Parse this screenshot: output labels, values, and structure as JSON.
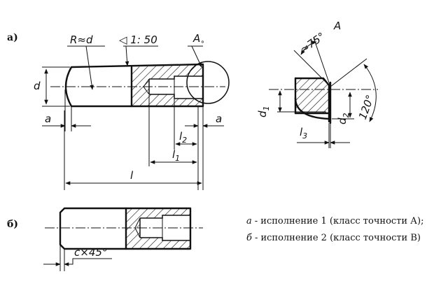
{
  "sections": {
    "a": "а)",
    "b": "б)"
  },
  "labels": {
    "radius": "R≈d",
    "taper": "◁ 1: 50",
    "detail_ref": "A",
    "detail_ref_sub": "∘",
    "dia": "d",
    "a_left": "a",
    "a_right": "a",
    "l": "l",
    "l1": "l",
    "l1_sub": "1",
    "l2": "l",
    "l2_sub": "2",
    "detail_title": "A",
    "angle75": "≈75°",
    "angle120": "120°",
    "d1": "d",
    "d1_sub": "1",
    "d2": "d",
    "d2_sub": "2",
    "l3": "l",
    "l3_sub": "3",
    "chamfer": "c×45°"
  },
  "legend": {
    "line1_key": "а",
    "line1_text": "- исполнение 1 (класс точности А);",
    "line2_key": "б",
    "line2_text": "- исполнение 2 (класс точности В)"
  }
}
